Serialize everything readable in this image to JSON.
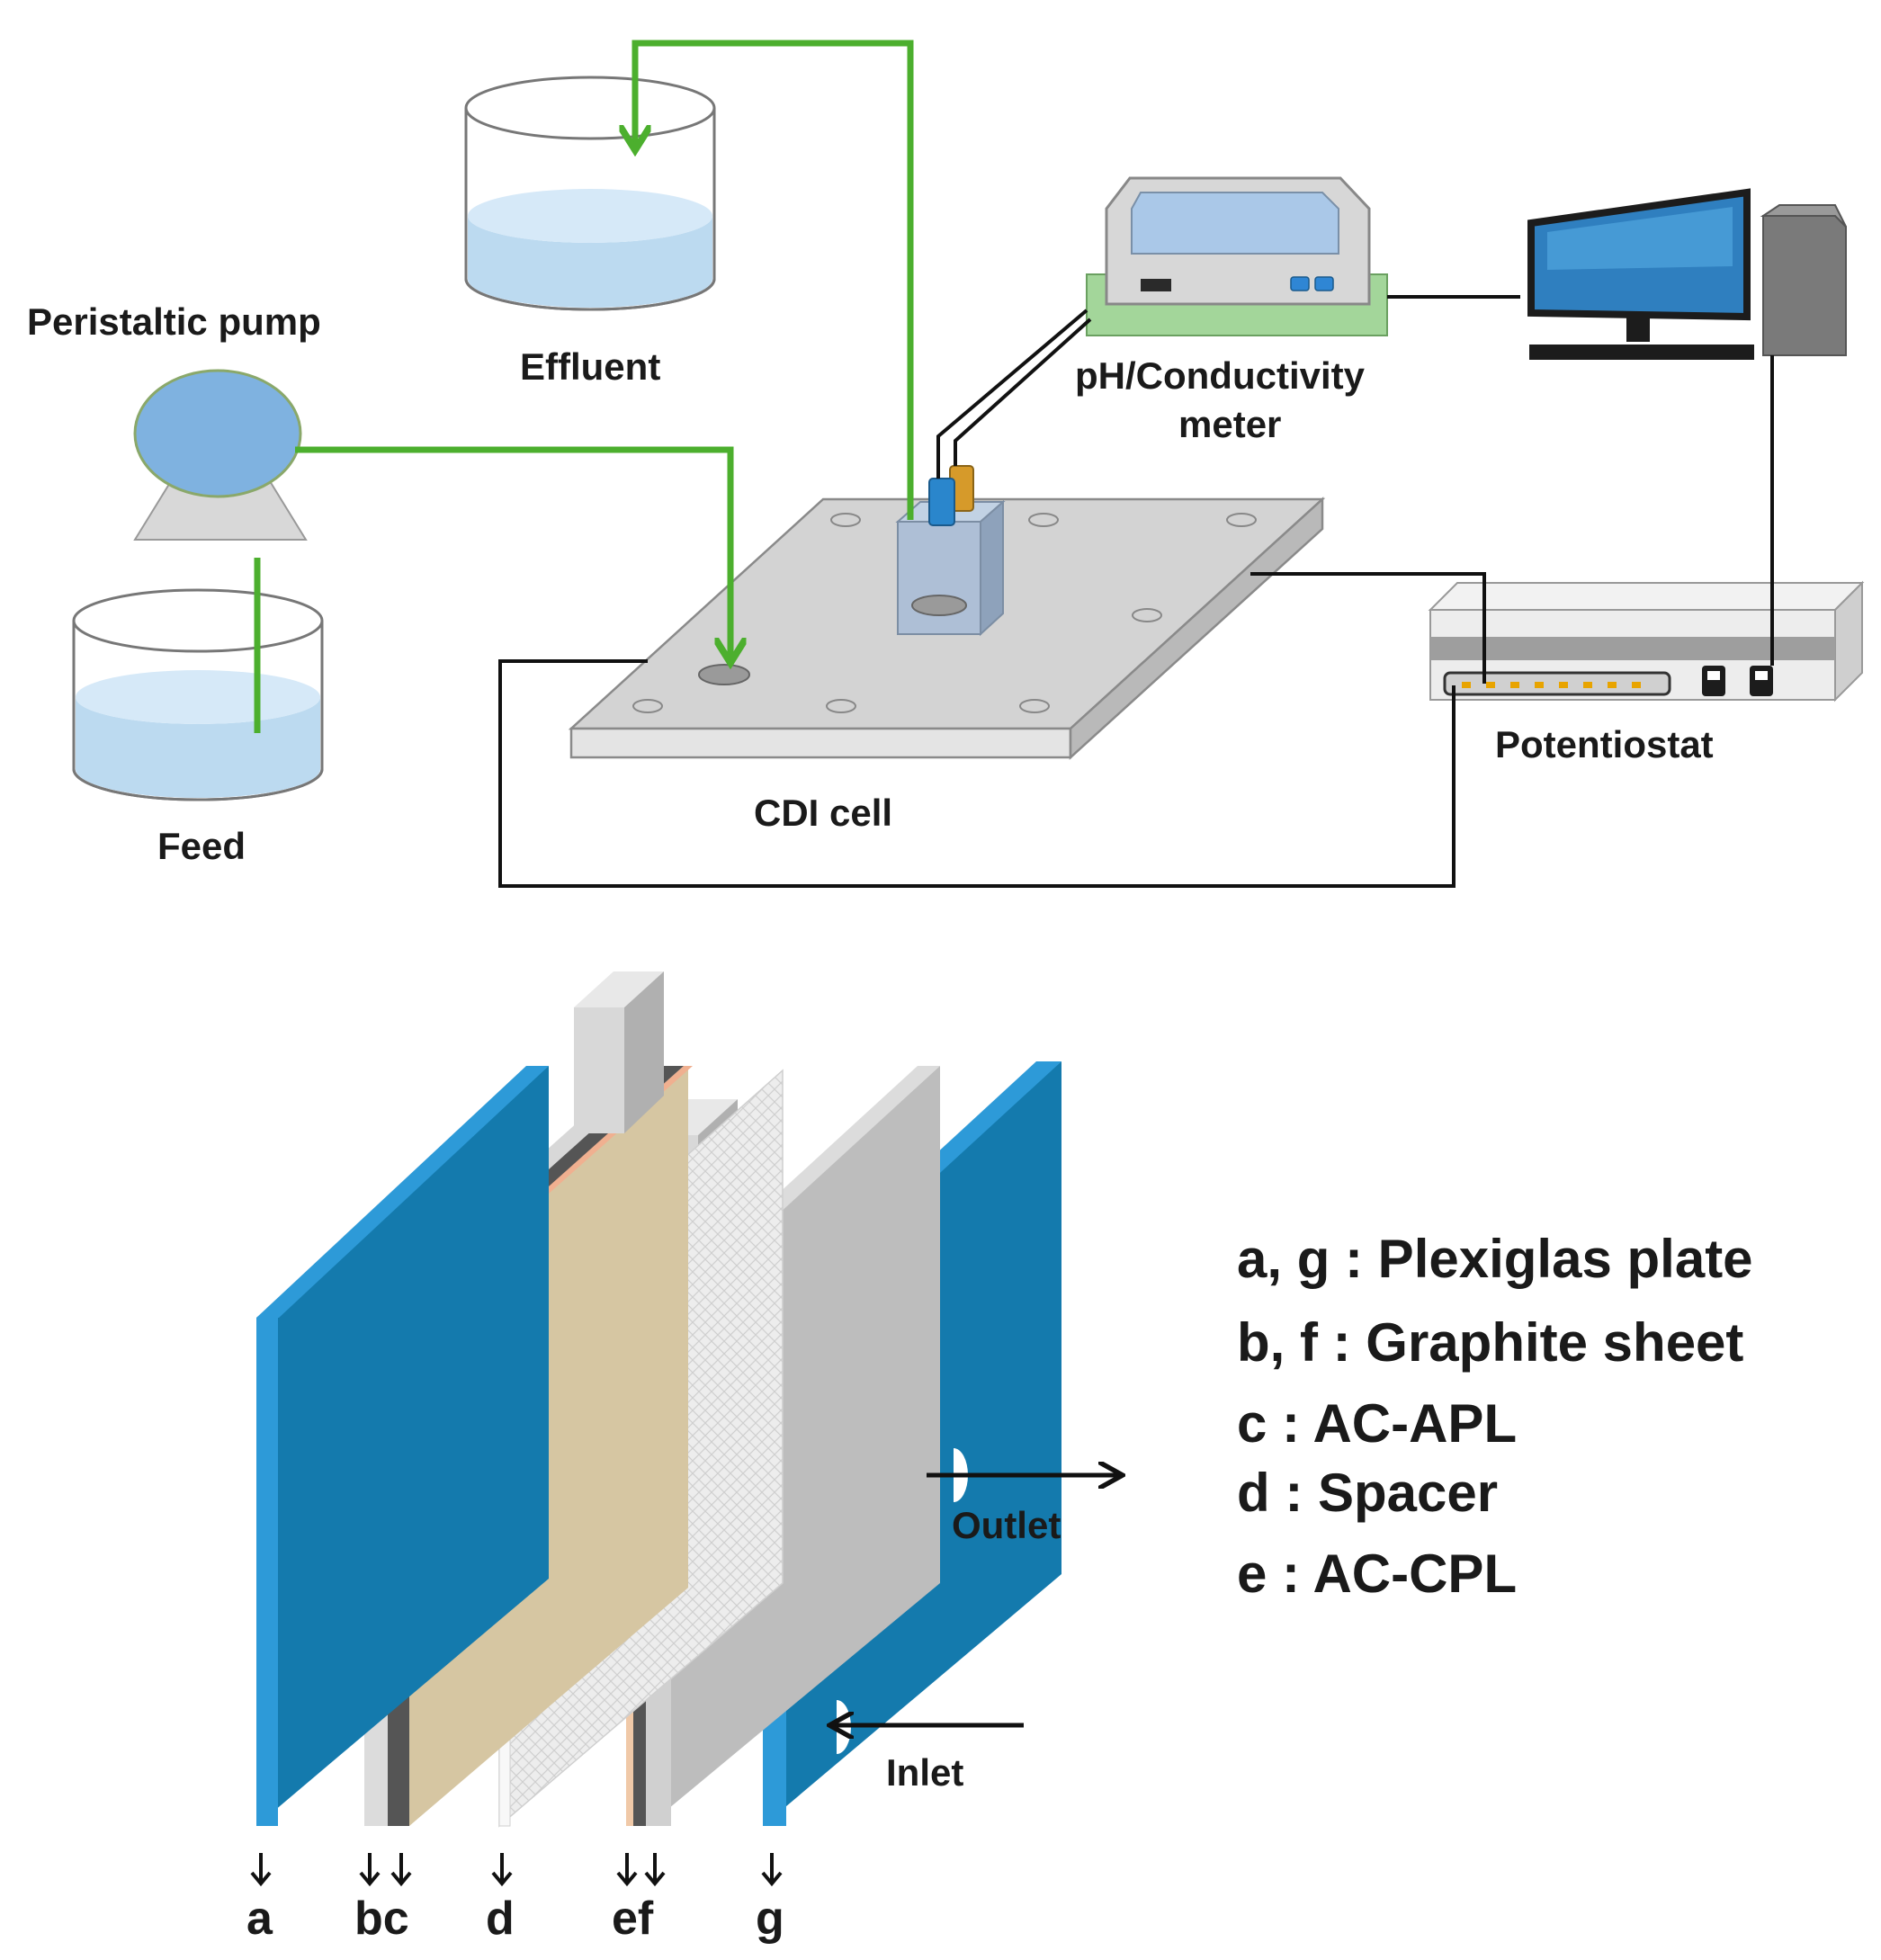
{
  "top_diagram": {
    "labels": {
      "peristaltic_pump": "Peristaltic pump",
      "effluent": "Effluent",
      "feed": "Feed",
      "ph_meter_line1": "pH/Conductivity",
      "ph_meter_line2": "meter",
      "cdi_cell": "CDI cell",
      "potentiostat": "Potentiostat"
    },
    "colors": {
      "tubing": "#4caf2e",
      "water": "#bcdaf0",
      "pump": "#7fb2e0",
      "meter_base": "#a3d69a",
      "screen": "#2f7fbf",
      "cell_plate": "#d4d4d4"
    }
  },
  "bottom_diagram": {
    "layer_letters": [
      "a",
      "bc",
      "d",
      "ef",
      "g"
    ],
    "flow_labels": {
      "outlet": "Outlet",
      "inlet": "Inlet"
    },
    "legend": [
      "a, g : Plexiglas plate",
      "b, f : Graphite sheet",
      "c : AC-APL",
      "d : Spacer",
      "e : AC-CPL"
    ],
    "colors": {
      "plexiglas_face": "#147aad",
      "plexiglas_edge": "#2d9ad8",
      "graphite": "#c8c8c8",
      "graphite_dark": "#555555",
      "apl": "#d6c6a2",
      "spacer": "#ececec"
    }
  }
}
